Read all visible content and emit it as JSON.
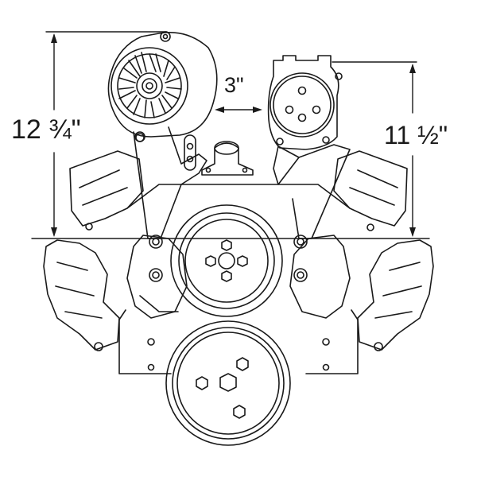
{
  "dimensions": {
    "overall_height": "12 ¾\"",
    "compressor_height": "11 ½\"",
    "spacing": "3\""
  },
  "colors": {
    "line": "#1a1a1a",
    "background": "#ffffff"
  }
}
